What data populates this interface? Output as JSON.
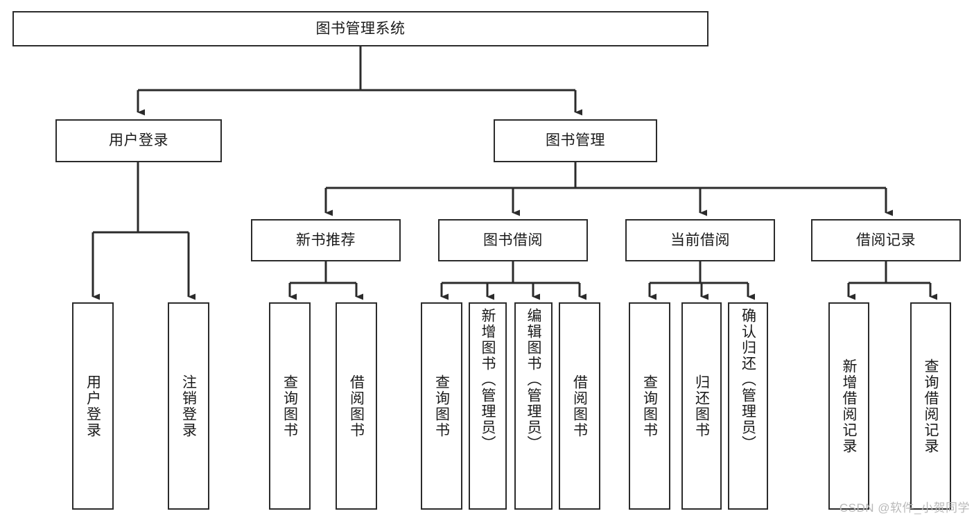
{
  "diagram": {
    "title": "图书管理系统",
    "watermark": "CSDN @软件_小贺同学",
    "colors": {
      "box_border": "#2b2b2b",
      "box_fill": "#ffffff",
      "link": "#2b2b2b",
      "text": "#1a1a1a",
      "watermark": "#b9b9b9"
    },
    "nodes": {
      "root": {
        "label": "图书管理系统"
      },
      "level2": [
        {
          "label": "用户登录"
        },
        {
          "label": "图书管理"
        }
      ],
      "level3": [
        {
          "label": "新书推荐"
        },
        {
          "label": "图书借阅"
        },
        {
          "label": "当前借阅"
        },
        {
          "label": "借阅记录"
        }
      ],
      "leaves_user_login": [
        {
          "label": "用户登录"
        },
        {
          "label": "注销登录"
        }
      ],
      "leaves_new_book": [
        {
          "label": "查询图书"
        },
        {
          "label": "借阅图书"
        }
      ],
      "leaves_borrow": [
        {
          "label": "查询图书"
        },
        {
          "label": "新增图书（管理员）"
        },
        {
          "label": "编辑图书（管理员）"
        },
        {
          "label": "借阅图书"
        }
      ],
      "leaves_current": [
        {
          "label": "查询图书"
        },
        {
          "label": "归还图书"
        },
        {
          "label": "确认归还（管理员）"
        }
      ],
      "leaves_records": [
        {
          "label": "新增借阅记录"
        },
        {
          "label": "查询借阅记录"
        }
      ]
    }
  }
}
